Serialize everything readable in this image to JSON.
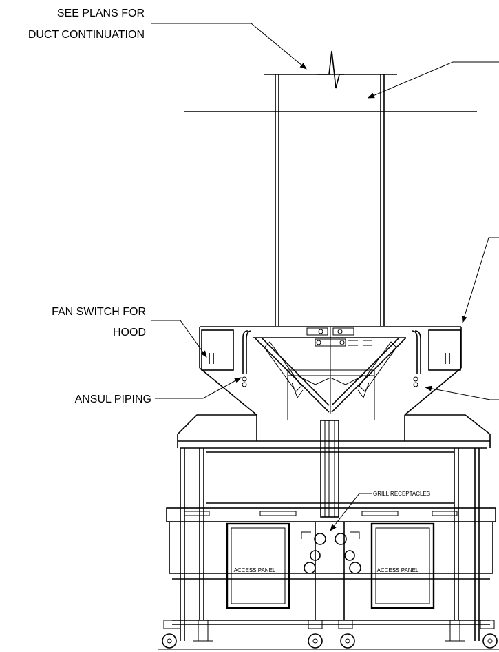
{
  "labels": {
    "see_plans_line1": "SEE PLANS FOR",
    "see_plans_line2": "DUCT CONTINUATION",
    "fan_switch_line1": "FAN SWITCH FOR",
    "fan_switch_line2": "HOOD",
    "ansul_piping": "ANSUL PIPING",
    "grill_receptacles": "GRILL RECEPTACLES",
    "access_panel_left": "ACCESS PANEL",
    "access_panel_right": "ACCESS PANEL"
  },
  "colors": {
    "line": "#000000",
    "background": "#ffffff"
  }
}
